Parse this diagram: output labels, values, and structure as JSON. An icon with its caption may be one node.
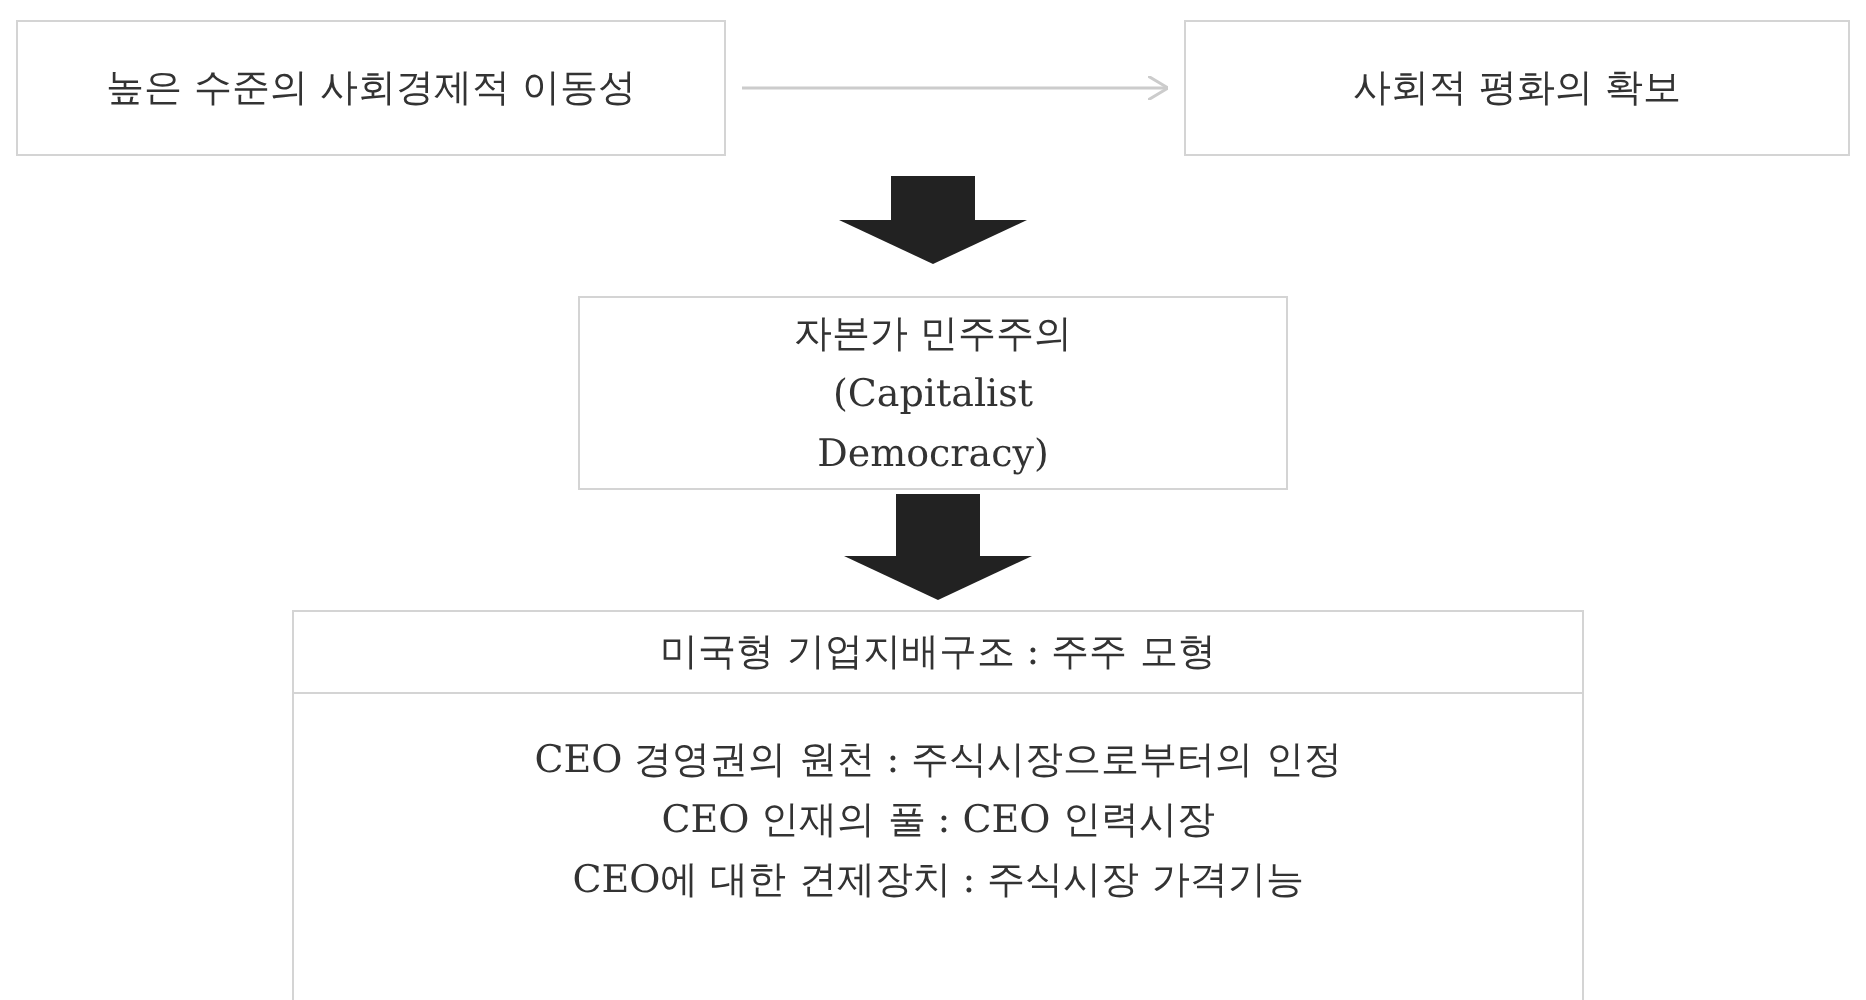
{
  "diagram": {
    "nodes": [
      {
        "text": [
          "높은 수준의 사회경제적 이동성"
        ]
      },
      {
        "text": [
          "사회적 평화의 확보"
        ]
      },
      {
        "text": [
          "자본가 민주주의 (Capitalist Democracy)"
        ]
      },
      {
        "text": [
          "미국형 기업지배구조 : 주주 모형",
          "CEO 경영권의 원천 : 주식시장으로부터의 인정",
          "CEO 인재의 풀 : CEO 인력시장",
          "CEO에 대한 견제장치 : 주식시장 가격기능"
        ]
      }
    ],
    "edges": [
      {
        "from": 0,
        "to": 1,
        "arrow": "to",
        "color": "#cccccc"
      },
      {
        "from": null,
        "to": 2,
        "arrow": "to"
      },
      {
        "from": 2,
        "to": 3,
        "arrow": "to"
      }
    ]
  }
}
